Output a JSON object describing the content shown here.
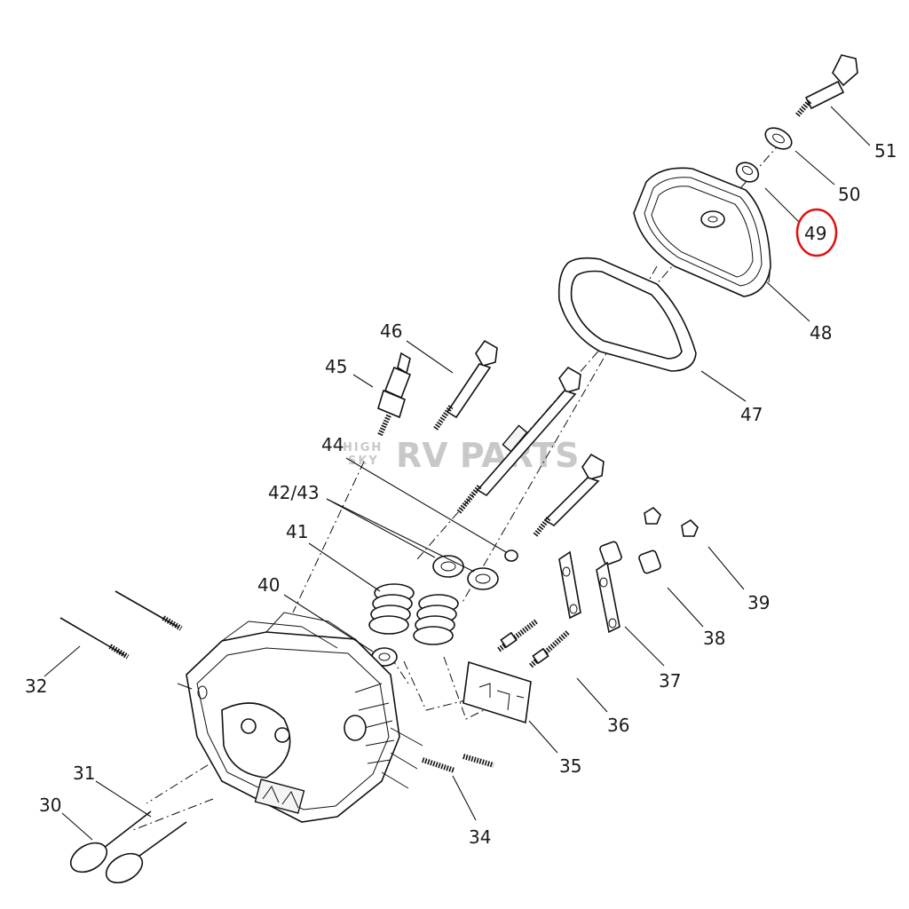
{
  "watermark": {
    "line1": "HIGH",
    "line2": "SKY",
    "brand": "RV PARTS"
  },
  "highlight": {
    "part": "49",
    "color": "#e01010"
  },
  "labels": {
    "p30": "30",
    "p31": "31",
    "p32": "32",
    "p34": "34",
    "p35": "35",
    "p36": "36",
    "p37": "37",
    "p38": "38",
    "p39": "39",
    "p40": "40",
    "p41": "41",
    "p4243": "42/43",
    "p44": "44",
    "p45": "45",
    "p46": "46",
    "p47": "47",
    "p48": "48",
    "p49": "49",
    "p50": "50",
    "p51": "51"
  }
}
